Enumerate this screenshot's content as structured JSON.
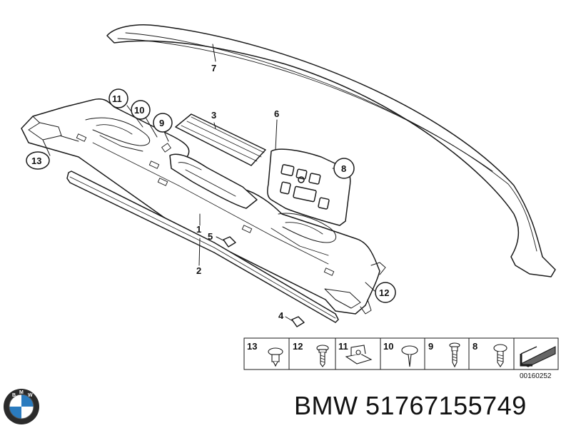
{
  "diagram": {
    "callouts": [
      "1",
      "2",
      "3",
      "4",
      "5",
      "6",
      "7",
      "8",
      "9",
      "10",
      "11",
      "12",
      "13"
    ],
    "legend": {
      "items": [
        "13",
        "12",
        "11",
        "10",
        "9",
        "8"
      ]
    },
    "diagram_code": "00160252"
  },
  "footer": {
    "brand_title": "BMW 51767155749",
    "logo_icon": "bmw-roundel-icon",
    "colors": {
      "logo_blue": "#2a7bbf",
      "ink": "#111111"
    }
  }
}
